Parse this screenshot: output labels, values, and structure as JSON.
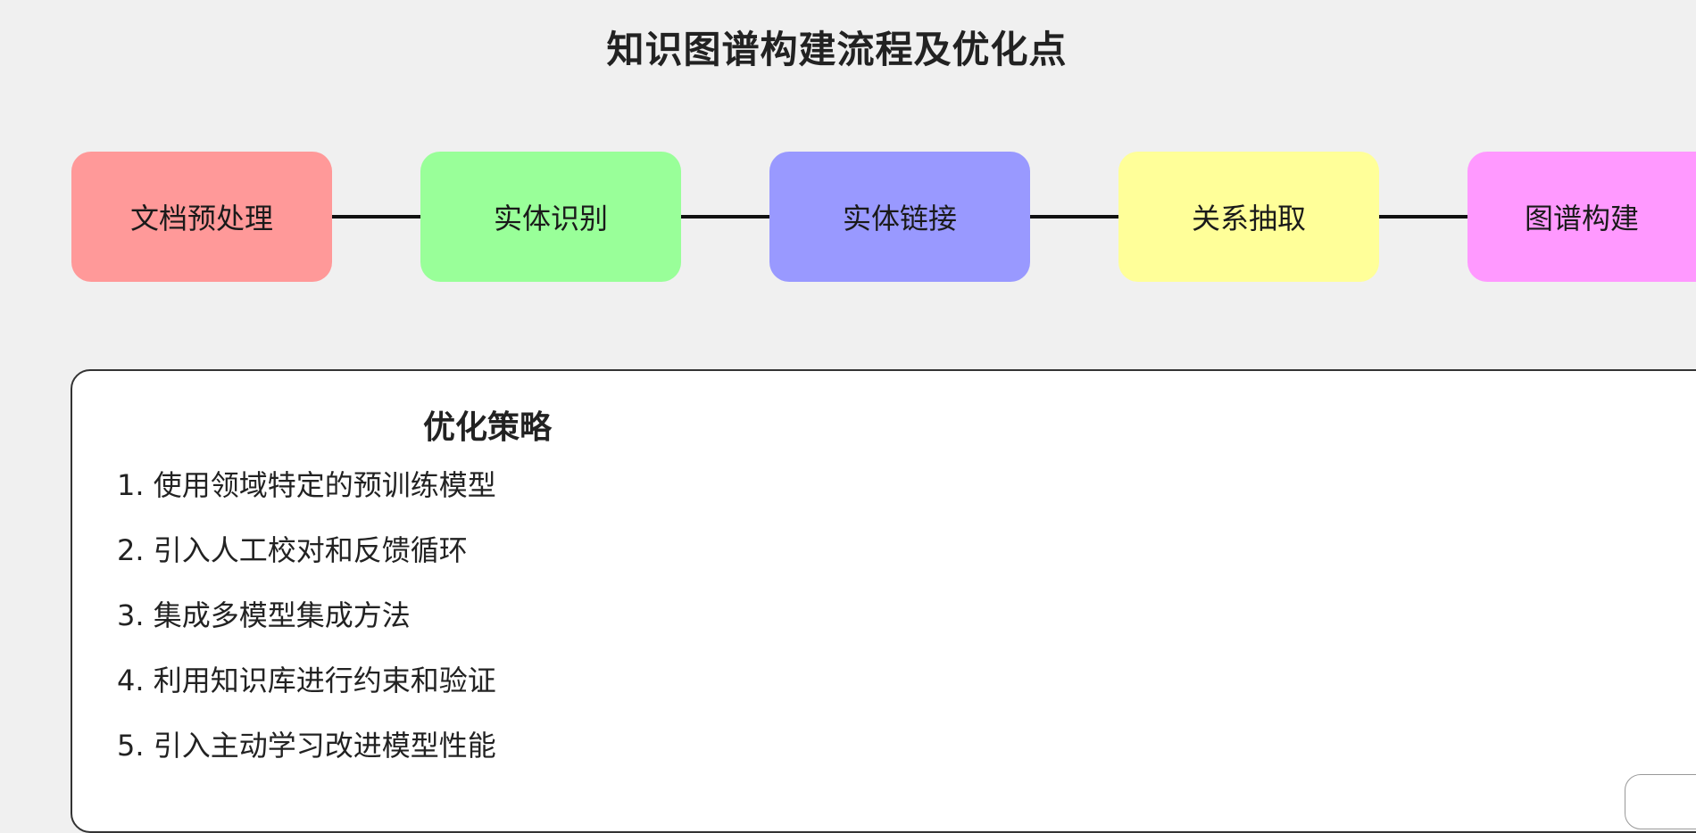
{
  "title": "知识图谱构建流程及优化点",
  "flow": {
    "steps": [
      {
        "label": "文档预处理",
        "color": "#ff9999"
      },
      {
        "label": "实体识别",
        "color": "#99ff99"
      },
      {
        "label": "实体链接",
        "color": "#9999ff"
      },
      {
        "label": "关系抽取",
        "color": "#ffff99"
      },
      {
        "label": "图谱构建",
        "color": "#ff99ff"
      }
    ],
    "edge_color": "#111111"
  },
  "strategies": {
    "title": "优化策略",
    "items": [
      "1. 使用领域特定的预训练模型",
      "2. 引入人工校对和反馈循环",
      "3. 集成多模型集成方法",
      "4. 利用知识库进行约束和验证",
      "5. 引入主动学习改进模型性能"
    ]
  }
}
